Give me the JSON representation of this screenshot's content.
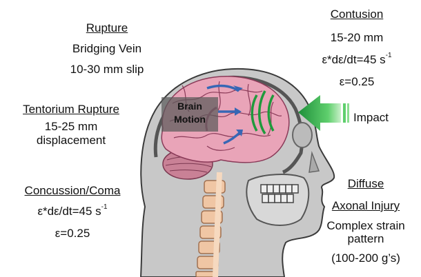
{
  "labels": {
    "rupture": {
      "title": "Rupture",
      "line1": "Bridging Vein",
      "line2": "10-30 mm slip"
    },
    "tentorium": {
      "title": "Tentorium Rupture",
      "line1": "15-25 mm",
      "line2": "displacement"
    },
    "concussion": {
      "title": "Concussion/Coma",
      "rate_prefix": "ε*dε/dt=45 s",
      "rate_exp": "-1",
      "strain": "ε=0.25"
    },
    "contusion": {
      "title": "Contusion",
      "line1": "15-20 mm",
      "rate_prefix": "ε*dε/dt=45 s",
      "rate_exp": "-1",
      "strain": "ε=0.25"
    },
    "impact": {
      "label": "Impact"
    },
    "diffuse": {
      "title1": "Diffuse",
      "title2": "Axonal Injury",
      "line1": "Complex strain",
      "line2": "pattern",
      "line3": "(100-200 g’s)"
    },
    "brain_motion": {
      "line1": "Brain",
      "line2": "Motion"
    }
  },
  "colors": {
    "head": "#c8c8c8",
    "head_outline": "#3a3a3a",
    "brain": "#e9a4b8",
    "cerebellum": "#c98196",
    "spine": "#f0c6a4",
    "motion_arrows": "#3767b5",
    "impact_waves": "#1f9a3c",
    "impact_arrow": "#2ea84a"
  }
}
